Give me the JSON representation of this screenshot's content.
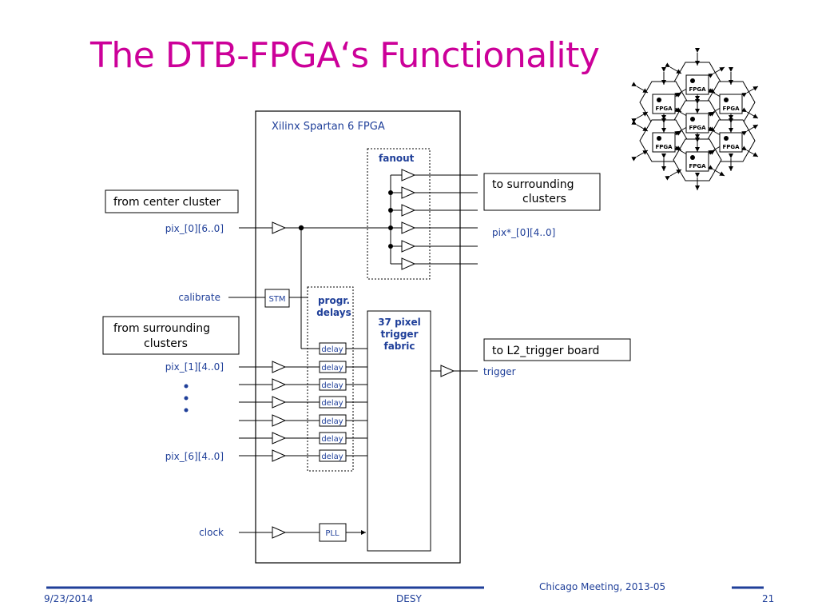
{
  "title": "The DTB-FPGA‘s Functionality",
  "diagram": {
    "fpga_label": "Xilinx Spartan 6 FPGA",
    "fanout_label": "fanout",
    "progr_delays": [
      "progr.",
      "delays"
    ],
    "fabric": [
      "37 pixel",
      "trigger",
      "fabric"
    ],
    "stm_label": "STM",
    "pll_label": "PLL",
    "delay_label": "delay",
    "from_center": "from center cluster",
    "from_surrounding": [
      "from surrounding",
      "clusters"
    ],
    "to_surrounding": [
      "to surrounding",
      "clusters"
    ],
    "to_l2": "to L2_trigger board",
    "pix0_in": "pix_[0][6..0]",
    "pix_out": "pix*_[0][4..0]",
    "calibrate": "calibrate",
    "pix1": "pix_[1][4..0]",
    "pix6": "pix_[6][4..0]",
    "clock": "clock",
    "trigger": "trigger"
  },
  "hex_cluster": {
    "chip_label": "FPGA"
  },
  "footer": {
    "date": "9/23/2014",
    "org": "DESY",
    "meeting": "Chicago Meeting, 2013-05",
    "page": "21"
  },
  "colors": {
    "title": "#cc0099",
    "text_blue": "#1f3f99",
    "footer_line": "#1f3f99"
  }
}
